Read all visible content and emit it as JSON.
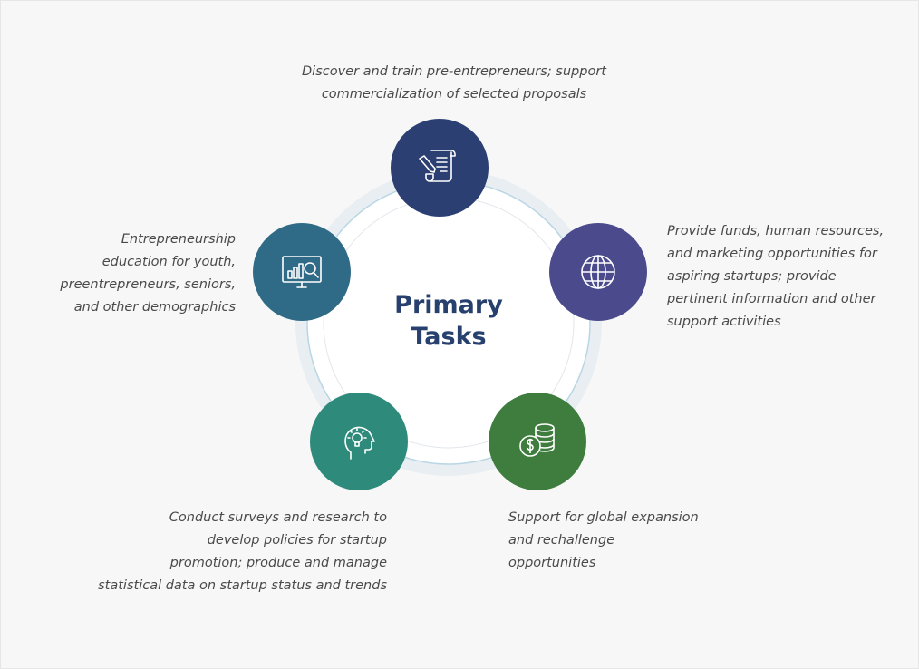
{
  "center": {
    "title_lines": [
      "Primary",
      "Tasks"
    ]
  },
  "colors": {
    "node_top": "#2c3f72",
    "node_right": "#4a4a8c",
    "node_bottom_right": "#3f7d3f",
    "node_bottom_left": "#2e8a7a",
    "node_left": "#2f6a87",
    "title": "#27406e",
    "caption": "#4a4a4a"
  },
  "tasks": [
    {
      "icon": "document-pen-icon",
      "lines": [
        "Discover and train pre-entrepreneurs; support",
        "commercialization of selected proposals"
      ]
    },
    {
      "icon": "globe-icon",
      "lines": [
        "Provide funds, human resources,",
        "and marketing opportunities for",
        "aspiring startups; provide",
        "pertinent information and other",
        "support activities"
      ]
    },
    {
      "icon": "dollar-coins-icon",
      "lines": [
        "Support for global expansion",
        "and rechallenge",
        "opportunities"
      ]
    },
    {
      "icon": "head-lightbulb-icon",
      "lines": [
        "Conduct surveys and research to",
        "develop policies for startup",
        "promotion; produce and manage",
        "statistical data on startup status and trends"
      ]
    },
    {
      "icon": "monitor-chart-search-icon",
      "lines": [
        "Entrepreneurship",
        "education for youth,",
        "preentrepreneurs, seniors,",
        "and other demographics"
      ]
    }
  ]
}
